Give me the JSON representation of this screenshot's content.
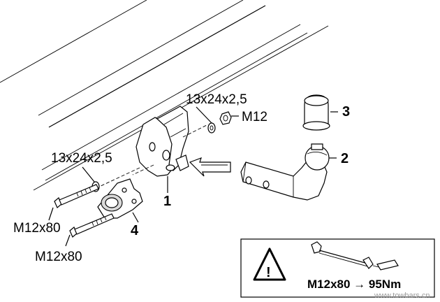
{
  "labels": {
    "washer_upper": "13x24x2,5",
    "nut": "M12",
    "washer_lower": "13x24x2,5",
    "bolt_1": "M12x80",
    "bolt_2": "M12x80"
  },
  "callouts": {
    "part_1": "1",
    "part_2": "2",
    "part_3": "3",
    "part_4": "4"
  },
  "notice": {
    "warning_symbol": "!",
    "torque": "M12x80 → 95Nm"
  },
  "watermark": "www.towbars.cn",
  "icons": {
    "warning": "warning-triangle-icon",
    "direction": "assembly-arrow-icon"
  }
}
